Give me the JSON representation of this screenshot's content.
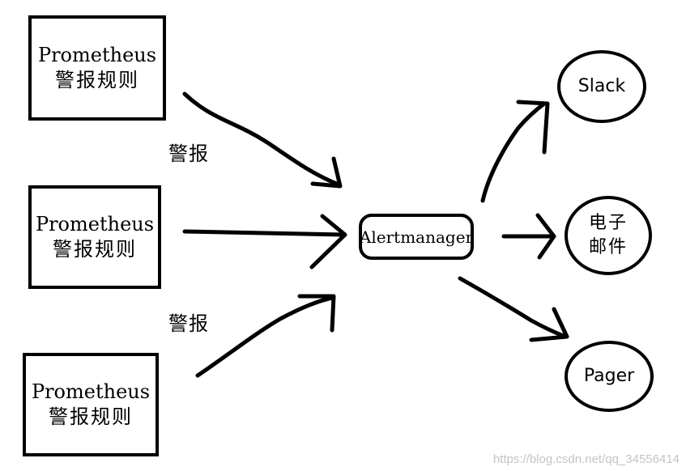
{
  "rules": [
    {
      "line1": "Prometheus",
      "line2": "警报规则"
    },
    {
      "line1": "Prometheus",
      "line2": "警报规则"
    },
    {
      "line1": "Prometheus",
      "line2": "警报规则"
    }
  ],
  "edge_labels": [
    "警报",
    "警报"
  ],
  "alertmanager": {
    "label": "Alertmanager"
  },
  "receivers": [
    {
      "line1": "Slack"
    },
    {
      "line1": "电子",
      "line2": "邮件"
    },
    {
      "line1": "Pager"
    }
  ],
  "watermark": "https://blog.csdn.net/qq_34556414"
}
